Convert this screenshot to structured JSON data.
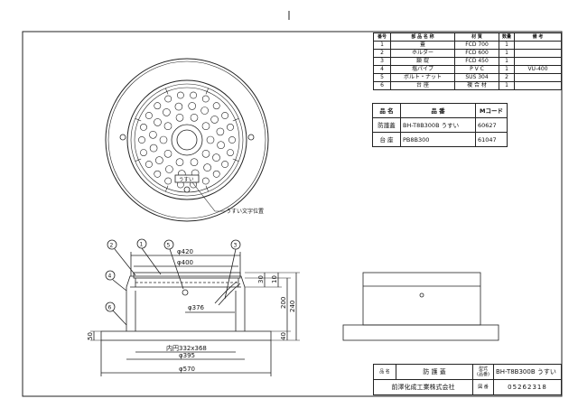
{
  "parts_table": {
    "headers": [
      "番号",
      "部 品 名 称",
      "材 質",
      "数量",
      "備 考"
    ],
    "rows": [
      {
        "no": "1",
        "name": "蓋",
        "material": "FCD 700",
        "qty": "1",
        "note": ""
      },
      {
        "no": "2",
        "name": "ホルダー",
        "material": "FCD 600",
        "qty": "1",
        "note": ""
      },
      {
        "no": "3",
        "name": "鎖 錠",
        "material": "FCD 450",
        "qty": "1",
        "note": ""
      },
      {
        "no": "4",
        "name": "塩パイプ",
        "material": "P V C",
        "qty": "1",
        "note": "VU-400"
      },
      {
        "no": "5",
        "name": "ボルト・ナット",
        "material": "SUS 304",
        "qty": "2",
        "note": ""
      },
      {
        "no": "6",
        "name": "台 座",
        "material": "複 合 材",
        "qty": "1",
        "note": ""
      }
    ]
  },
  "code_table": {
    "headers": [
      "品 名",
      "品 番",
      "Mコード"
    ],
    "rows": [
      {
        "name": "防護蓋",
        "part": "BH-T8B300B うすい",
        "code": "60627"
      },
      {
        "name": "台 座",
        "part": "PB8B300",
        "code": "61047"
      }
    ]
  },
  "title_block": {
    "product_label": "品 名",
    "product": "防 護 蓋",
    "model_label_1": "型式",
    "model_label_2": "(品番)",
    "model": "BH-T8B300B うすい",
    "company": "前澤化成工業株式会社",
    "drawing_label": "図 番",
    "drawing_no": "05262318"
  },
  "plan_view": {
    "label_text": "うすい",
    "label_note": "うすい文字位置"
  },
  "section_view": {
    "balloons": [
      "1",
      "2",
      "3",
      "4",
      "5",
      "6"
    ],
    "dims": {
      "d420": "φ420",
      "d400": "φ400",
      "d376": "φ376",
      "inner": "内円332x368",
      "d395": "φ395",
      "d570": "φ570",
      "h30": "30",
      "h10": "10",
      "h200": "200",
      "h240": "240",
      "h40": "40",
      "h50": "50"
    }
  }
}
